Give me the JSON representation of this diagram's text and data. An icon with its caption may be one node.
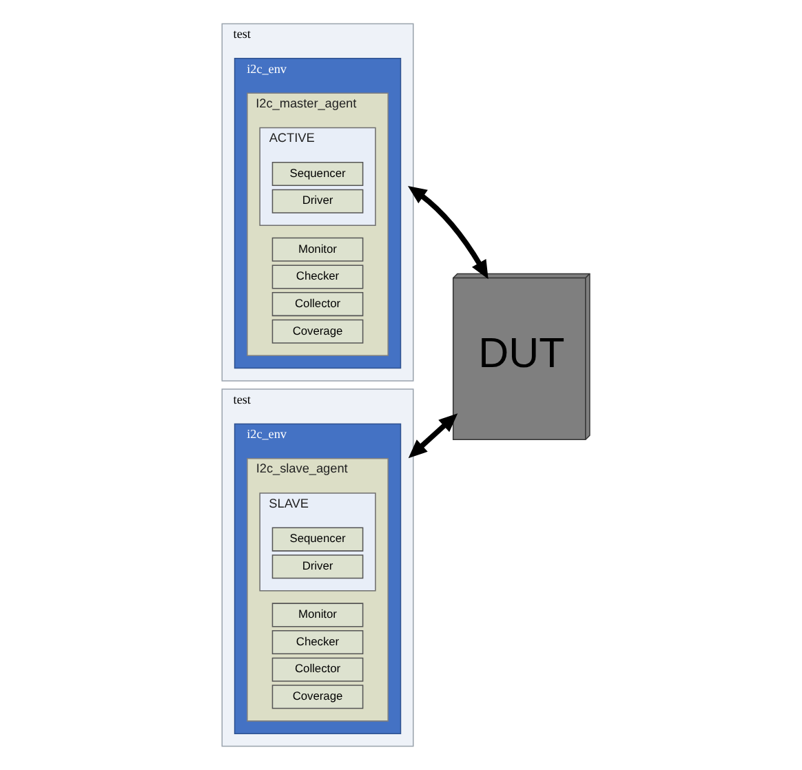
{
  "diagram": {
    "nodes": [
      {
        "text": [
          "test"
        ]
      },
      {
        "text": [
          "i2c_env"
        ],
        "in": 0
      },
      {
        "text": [
          "I2c_master_agent"
        ],
        "in": 1
      },
      {
        "text": [
          "ACTIVE"
        ],
        "in": 2
      },
      {
        "text": [
          "Sequencer"
        ],
        "in": 3
      },
      {
        "text": [
          "Driver"
        ],
        "in": 3
      },
      {
        "text": [
          "Monitor"
        ],
        "in": 2
      },
      {
        "text": [
          "Checker"
        ],
        "in": 2
      },
      {
        "text": [
          "Collector"
        ],
        "in": 2
      },
      {
        "text": [
          "Coverage"
        ],
        "in": 2
      },
      {
        "text": [
          "test"
        ]
      },
      {
        "text": [
          "i2c_env"
        ],
        "in": 10
      },
      {
        "text": [
          "I2c_slave_agent"
        ],
        "in": 11
      },
      {
        "text": [
          "SLAVE"
        ],
        "in": 12
      },
      {
        "text": [
          "Sequencer"
        ],
        "in": 13
      },
      {
        "text": [
          "Driver"
        ],
        "in": 13
      },
      {
        "text": [
          "Monitor"
        ],
        "in": 12
      },
      {
        "text": [
          "Checker"
        ],
        "in": 12
      },
      {
        "text": [
          "Collector"
        ],
        "in": 12
      },
      {
        "text": [
          "Coverage"
        ],
        "in": 12
      },
      {
        "text": [
          "DUT"
        ]
      }
    ],
    "edges": [
      {
        "from": 0,
        "to": 20,
        "arrow": "both"
      },
      {
        "from": 10,
        "to": 20,
        "arrow": "both"
      }
    ]
  }
}
